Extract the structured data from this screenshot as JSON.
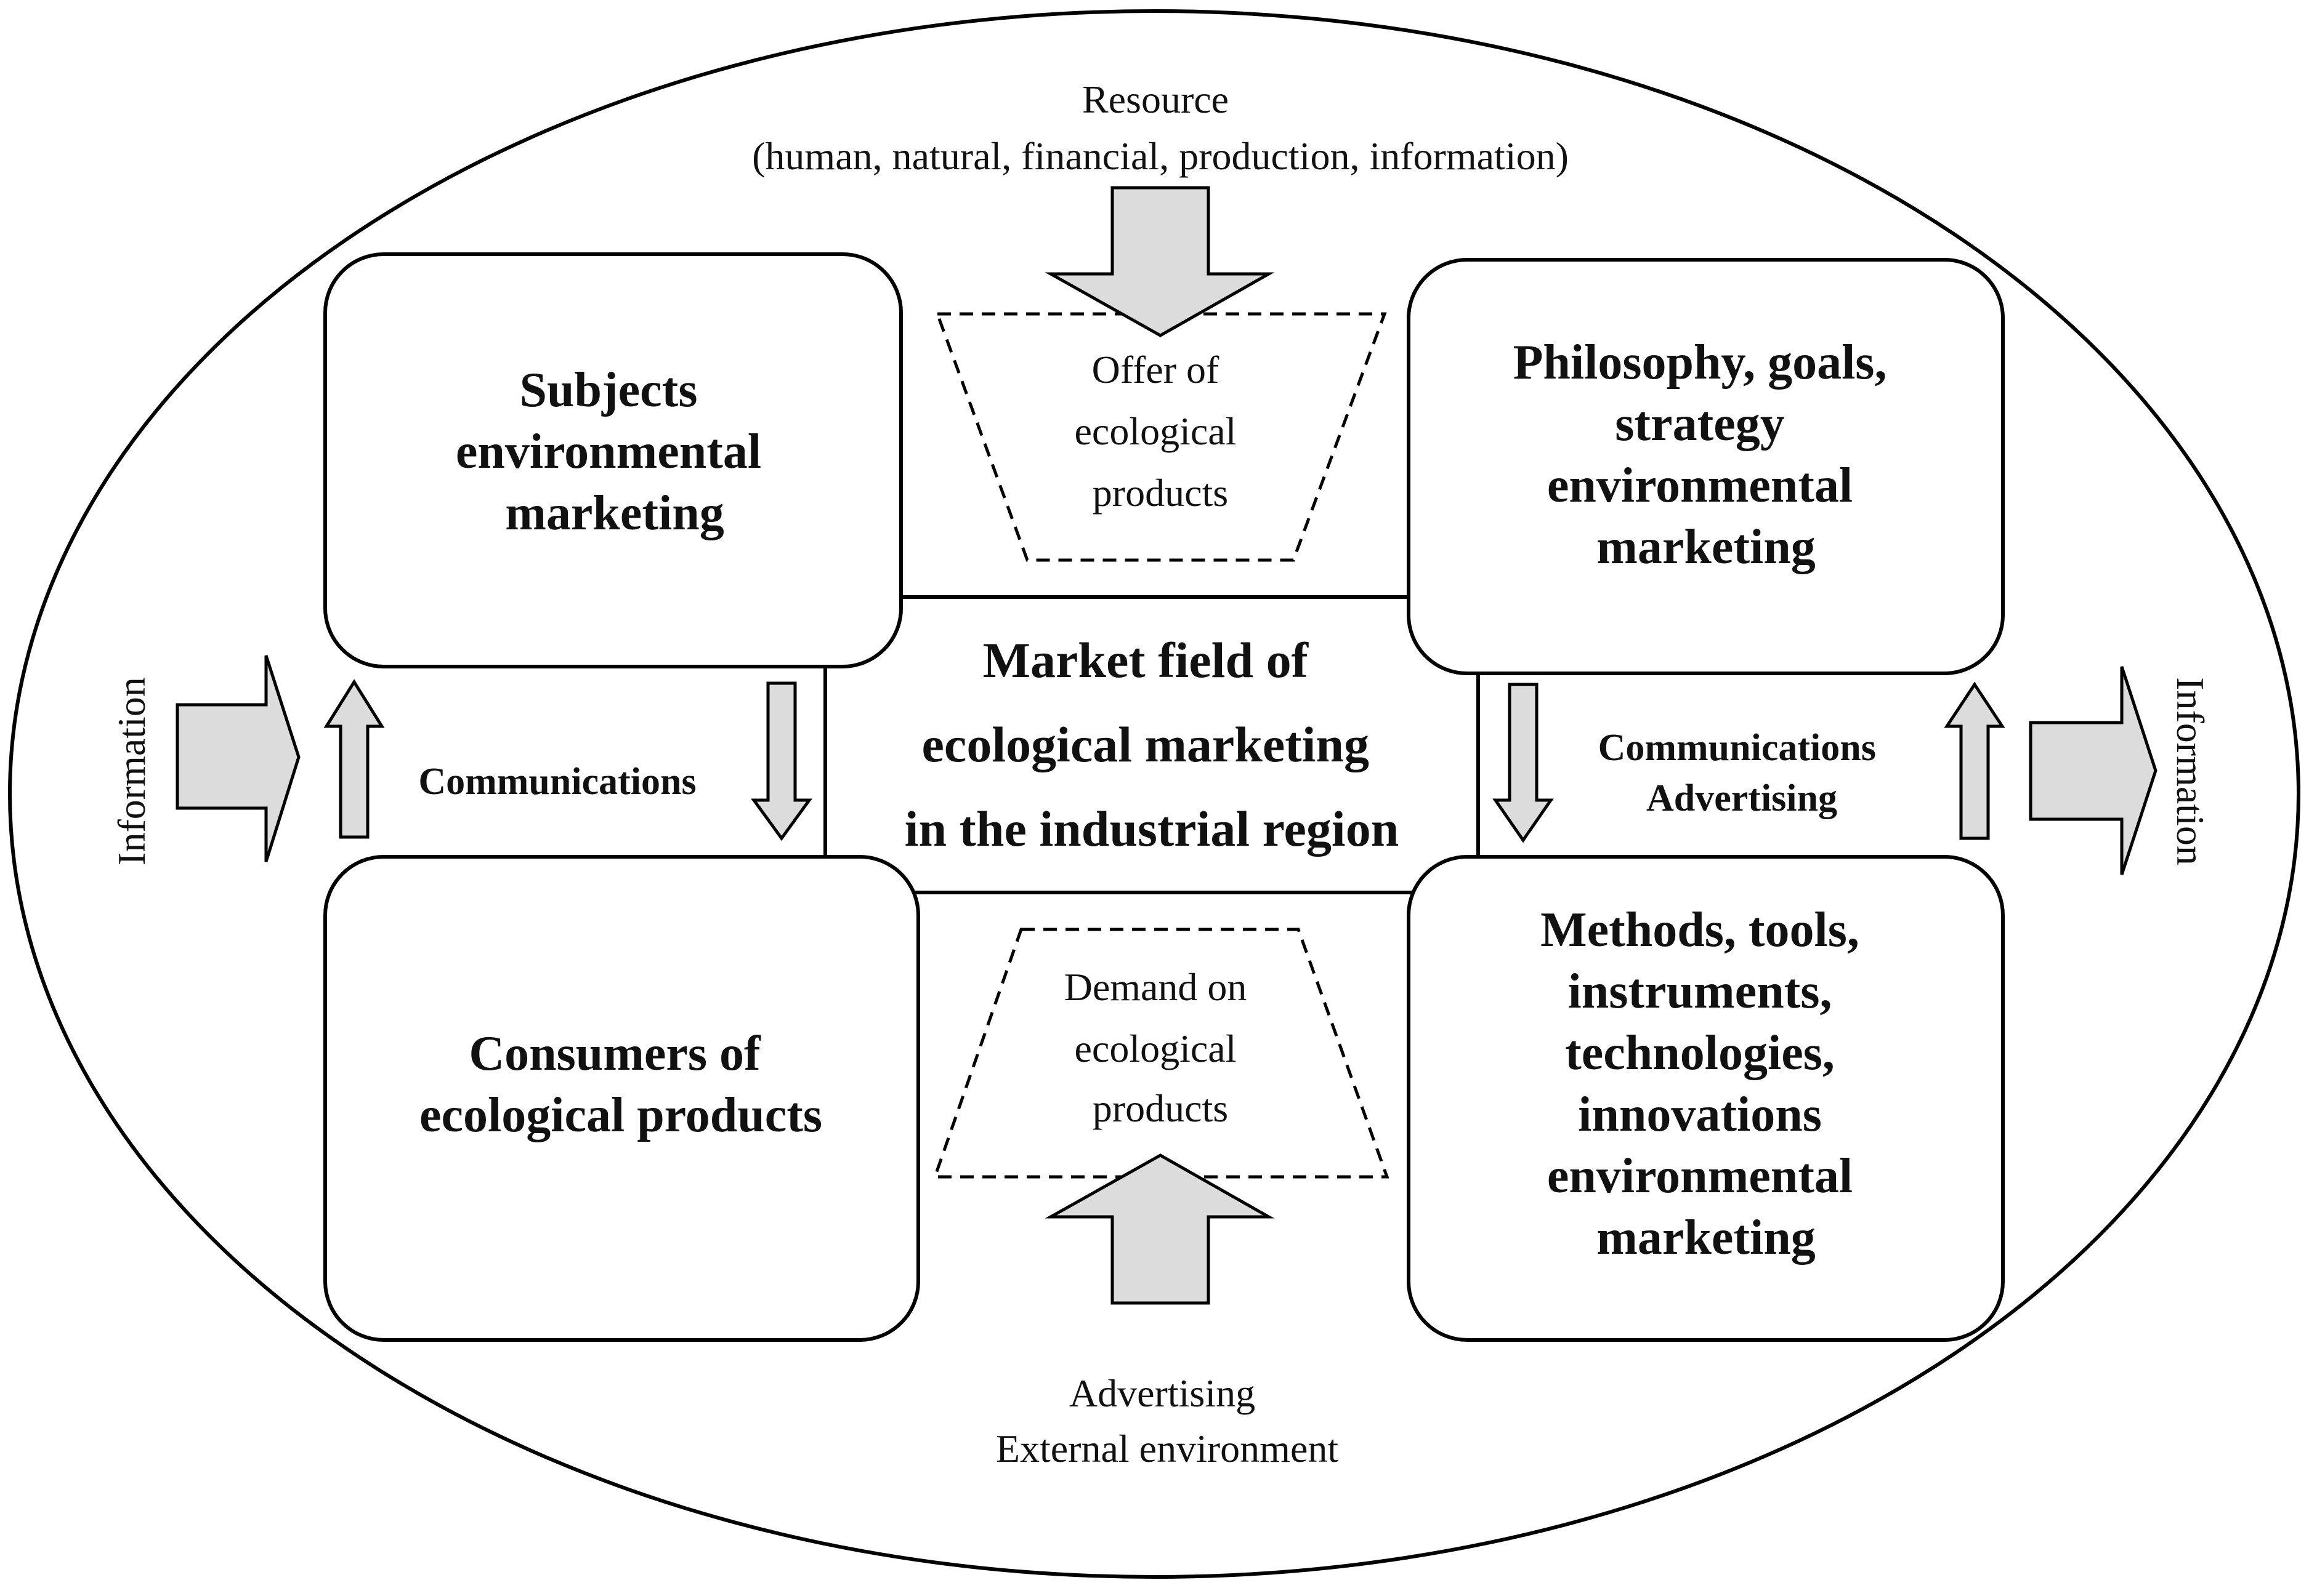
{
  "resource": {
    "line1": "Resource",
    "line2": "(human, natural, financial, production, information)"
  },
  "offer": {
    "lines": [
      "Offer of",
      "ecological",
      "products"
    ]
  },
  "demand": {
    "lines": [
      "Demand on",
      "ecological",
      "products"
    ]
  },
  "bottom": {
    "line1": "Advertising",
    "line2": "External environment"
  },
  "center": {
    "lines": [
      "Market field of",
      "ecological marketing",
      "in the industrial region"
    ]
  },
  "subjects": {
    "lines": [
      "Subjects",
      "environmental",
      "marketing"
    ]
  },
  "philosophy": {
    "lines": [
      "Philosophy, goals,",
      "strategy",
      "environmental",
      "marketing"
    ]
  },
  "consumers": {
    "lines": [
      "Consumers of",
      "ecological products"
    ]
  },
  "methods": {
    "lines": [
      "Methods, tools,",
      "instruments,",
      "technologies,",
      "innovations",
      "environmental",
      "marketing"
    ]
  },
  "left_comm": "Communications",
  "right_comm": {
    "line1": "Communications",
    "line2": "Advertising"
  },
  "info_left": "Information",
  "info_right": "Information",
  "colors": {
    "arrow_fill": "#dcdcdc",
    "stroke": "#000000",
    "background": "#ffffff"
  }
}
